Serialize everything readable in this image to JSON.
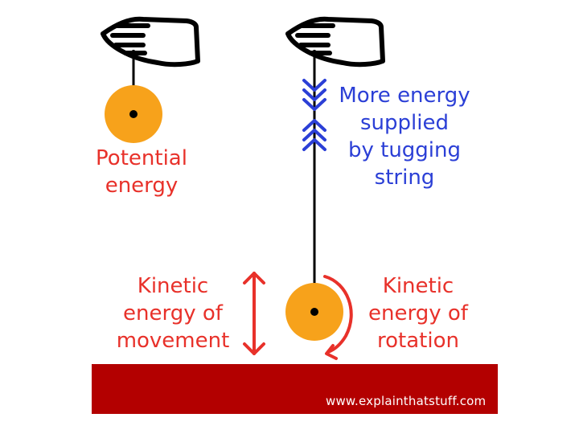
{
  "labels": {
    "potential": [
      "Potential",
      "energy"
    ],
    "supplied": [
      "More energy",
      "supplied",
      "by tugging",
      "string"
    ],
    "kinetic_movement": [
      "Kinetic",
      "energy of",
      "movement"
    ],
    "kinetic_rotation": [
      "Kinetic",
      "energy of",
      "rotation"
    ]
  },
  "credit": "www.explainthatstuff.com",
  "colors": {
    "label_red": "#e8312a",
    "label_blue": "#2b3fd6",
    "yoyo": "#f7a21b",
    "floor": "#b30000"
  },
  "icons": [
    "hand-icon",
    "hand-icon",
    "double-arrow-icon",
    "rotation-arrow-icon",
    "chevron-arrows-icon"
  ]
}
